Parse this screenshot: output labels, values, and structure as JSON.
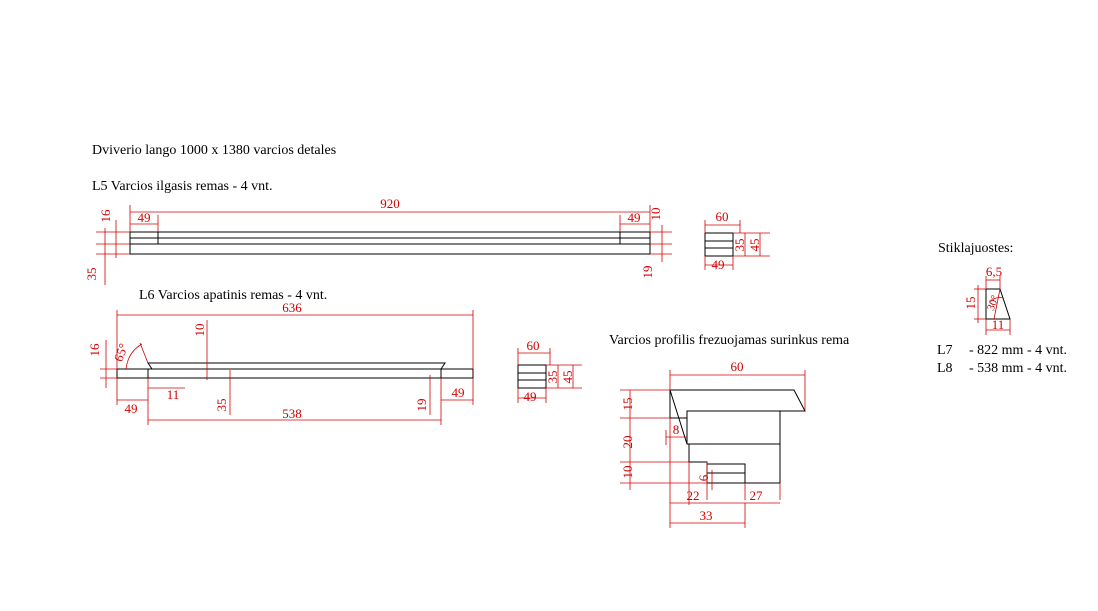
{
  "drawing": {
    "title": "Dviverio lango 1000 x 1380   varcios detales",
    "l5": {
      "caption": "L5   Varcios ilgasis remas - 4 vnt.",
      "dims": {
        "len": "920",
        "left": "49",
        "right": "49",
        "t16": "16",
        "t10": "10",
        "t35": "35",
        "t19": "19"
      }
    },
    "l5_section": {
      "w": "60",
      "w2": "49",
      "h35": "35",
      "h45": "45"
    },
    "l6": {
      "caption": "L6  Varcios apatinis remas - 4 vnt.",
      "dims": {
        "len": "636",
        "inner": "538",
        "t10": "10",
        "t16": "16",
        "angle": "65°",
        "left": "49",
        "right": "49",
        "d11": "11",
        "t35": "35",
        "t19": "19"
      }
    },
    "l6_section": {
      "w": "60",
      "w2": "49",
      "h35": "35",
      "h45": "45"
    },
    "profile": {
      "caption": "Varcios profilis frezuojamas surinkus rema",
      "dims": {
        "w60": "60",
        "h15": "15",
        "d8": "8",
        "h20": "20",
        "h10": "10",
        "d6": "6",
        "d22": "22",
        "d27": "27",
        "d33": "33"
      }
    },
    "glazing": {
      "caption": "Stiklajuostes:",
      "dims": {
        "d65": "6,5",
        "h15": "15",
        "angle": "30°",
        "d11": "11"
      },
      "l7": {
        "code": "L7",
        "text": "- 822 mm - 4 vnt."
      },
      "l8": {
        "code": "L8",
        "text": "- 538 mm - 4 vnt."
      }
    }
  }
}
